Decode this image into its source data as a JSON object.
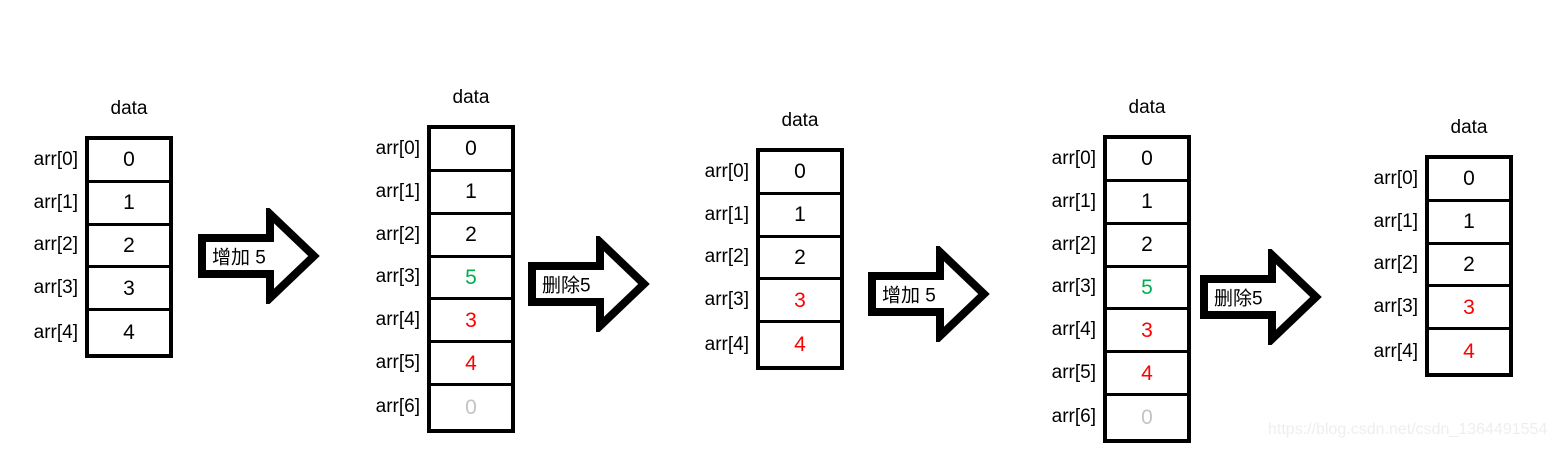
{
  "diagram": {
    "title_label": "data",
    "watermark": "https://blog.csdn.net/csdn_1364491554",
    "colors": {
      "black": "#000000",
      "green": "#00b050",
      "red": "#ff0000",
      "gray": "#c4c4c4",
      "border": "#000000",
      "background": "#ffffff"
    },
    "arrows": [
      {
        "label": "增加 5"
      },
      {
        "label": "删除5"
      },
      {
        "label": "增加 5"
      },
      {
        "label": "删除5"
      }
    ],
    "arrays": [
      {
        "title": "data",
        "cells": [
          {
            "index": "arr[0]",
            "value": "0",
            "color": "black"
          },
          {
            "index": "arr[1]",
            "value": "1",
            "color": "black"
          },
          {
            "index": "arr[2]",
            "value": "2",
            "color": "black"
          },
          {
            "index": "arr[3]",
            "value": "3",
            "color": "black"
          },
          {
            "index": "arr[4]",
            "value": "4",
            "color": "black"
          }
        ]
      },
      {
        "title": "data",
        "cells": [
          {
            "index": "arr[0]",
            "value": "0",
            "color": "black"
          },
          {
            "index": "arr[1]",
            "value": "1",
            "color": "black"
          },
          {
            "index": "arr[2]",
            "value": "2",
            "color": "black"
          },
          {
            "index": "arr[3]",
            "value": "5",
            "color": "green"
          },
          {
            "index": "arr[4]",
            "value": "3",
            "color": "red"
          },
          {
            "index": "arr[5]",
            "value": "4",
            "color": "red"
          },
          {
            "index": "arr[6]",
            "value": "0",
            "color": "gray"
          }
        ]
      },
      {
        "title": "data",
        "cells": [
          {
            "index": "arr[0]",
            "value": "0",
            "color": "black"
          },
          {
            "index": "arr[1]",
            "value": "1",
            "color": "black"
          },
          {
            "index": "arr[2]",
            "value": "2",
            "color": "black"
          },
          {
            "index": "arr[3]",
            "value": "3",
            "color": "red"
          },
          {
            "index": "arr[4]",
            "value": "4",
            "color": "red"
          }
        ]
      },
      {
        "title": "data",
        "cells": [
          {
            "index": "arr[0]",
            "value": "0",
            "color": "black"
          },
          {
            "index": "arr[1]",
            "value": "1",
            "color": "black"
          },
          {
            "index": "arr[2]",
            "value": "2",
            "color": "black"
          },
          {
            "index": "arr[3]",
            "value": "5",
            "color": "green"
          },
          {
            "index": "arr[4]",
            "value": "3",
            "color": "red"
          },
          {
            "index": "arr[5]",
            "value": "4",
            "color": "red"
          },
          {
            "index": "arr[6]",
            "value": "0",
            "color": "gray"
          }
        ]
      },
      {
        "title": "data",
        "cells": [
          {
            "index": "arr[0]",
            "value": "0",
            "color": "black"
          },
          {
            "index": "arr[1]",
            "value": "1",
            "color": "black"
          },
          {
            "index": "arr[2]",
            "value": "2",
            "color": "black"
          },
          {
            "index": "arr[3]",
            "value": "3",
            "color": "red"
          },
          {
            "index": "arr[4]",
            "value": "4",
            "color": "red"
          }
        ]
      }
    ]
  }
}
